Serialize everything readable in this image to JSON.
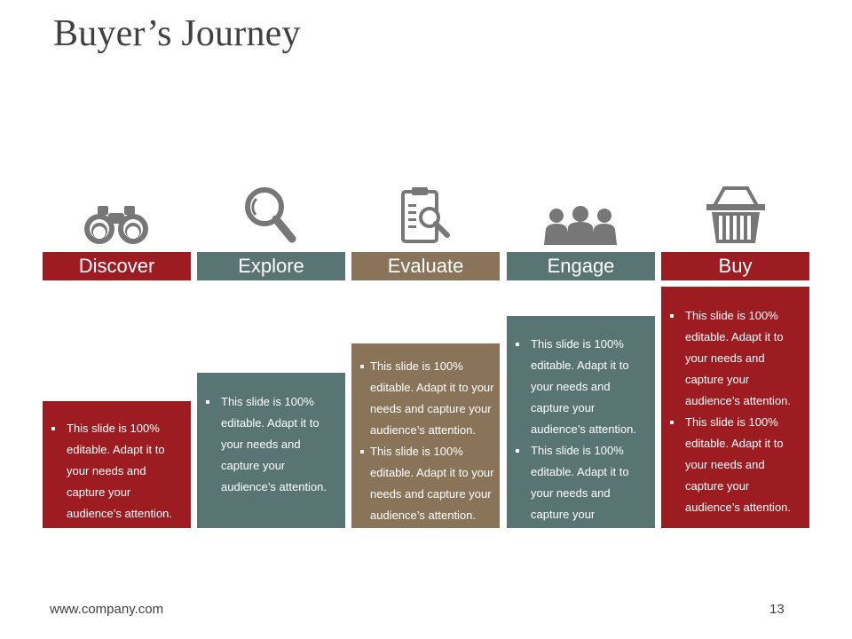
{
  "title": "Buyer’s Journey",
  "colors": {
    "red": "#9c1c22",
    "teal": "#587573",
    "brown": "#8a7459",
    "icon_gray": "#777777"
  },
  "stages": [
    {
      "label": "Discover",
      "icon": "binoculars-icon",
      "color": "#9c1c22",
      "bullets": [
        "This slide is 100% editable. Adapt it to your needs and capture your audience’s attention."
      ]
    },
    {
      "label": "Explore",
      "icon": "magnifying-glass-icon",
      "color": "#587573",
      "bullets": [
        "This slide is 100% editable. Adapt it to your needs and capture your audience’s attention."
      ]
    },
    {
      "label": "Evaluate",
      "icon": "clipboard-search-icon",
      "color": "#8a7459",
      "bullets": [
        "This slide is 100% editable. Adapt it to your needs and capture your audience’s attention.",
        "This slide is 100% editable. Adapt it to your needs and capture your audience’s attention."
      ]
    },
    {
      "label": "Engage",
      "icon": "people-group-icon",
      "color": "#587573",
      "bullets": [
        "This slide is 100% editable. Adapt it to your needs and capture your audience’s attention.",
        "This slide is 100% editable. Adapt it to your needs and capture your"
      ]
    },
    {
      "label": "Buy",
      "icon": "shopping-basket-icon",
      "color": "#9c1c22",
      "bullets": [
        "This slide is 100% editable. Adapt it to your needs and capture your audience’s attention.",
        "This slide is 100% editable. Adapt it to your needs and capture your audience’s attention."
      ]
    }
  ],
  "footer": {
    "url": "www.company.com",
    "page_number": "13"
  }
}
